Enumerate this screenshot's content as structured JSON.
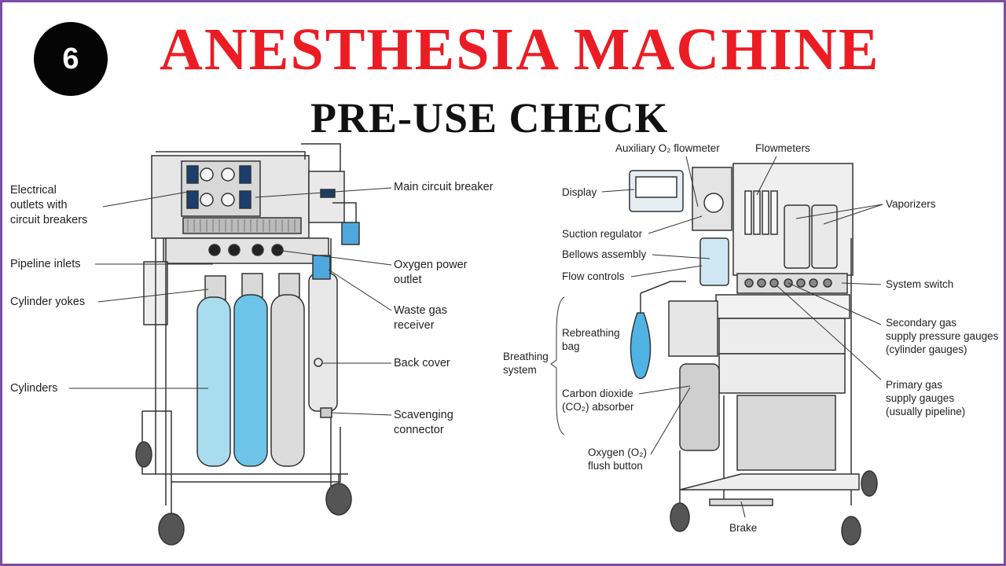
{
  "badge": "6",
  "title": "ANESTHESIA MACHINE",
  "subtitle": "PRE-USE CHECK",
  "left_labels": {
    "electrical": "Electrical\noutlets with\ncircuit breakers",
    "pipeline": "Pipeline inlets",
    "yokes": "Cylinder yokes",
    "cylinders": "Cylinders",
    "main_breaker": "Main circuit breaker",
    "oxygen_outlet": "Oxygen power\noutlet",
    "waste_gas": "Waste gas\nreceiver",
    "back_cover": "Back cover",
    "scavenging": "Scavenging\nconnector"
  },
  "right_labels": {
    "aux_flowmeter": "Auxiliary O₂ flowmeter",
    "flowmeters": "Flowmeters",
    "display": "Display",
    "vaporizers": "Vaporizers",
    "suction": "Suction regulator",
    "bellows": "Bellows assembly",
    "flow_controls": "Flow controls",
    "system_switch": "System switch",
    "breathing_system": "Breathing\nsystem",
    "rebreathing_bag": "Rebreathing\nbag",
    "secondary_gas": "Secondary gas\nsupply pressure gauges\n(cylinder gauges)",
    "co2_absorber": "Carbon dioxide\n(CO₂) absorber",
    "primary_gas": "Primary gas\nsupply gauges\n(usually pipeline)",
    "flush_button": "Oxygen (O₂)\nflush button",
    "brake": "Brake"
  },
  "colors": {
    "title": "#ec1c24",
    "frame": "#7b4ea0",
    "cylinder": "#a9dcef",
    "cylinder_o2": "#6cc4e8",
    "bag": "#4fb3e3"
  }
}
